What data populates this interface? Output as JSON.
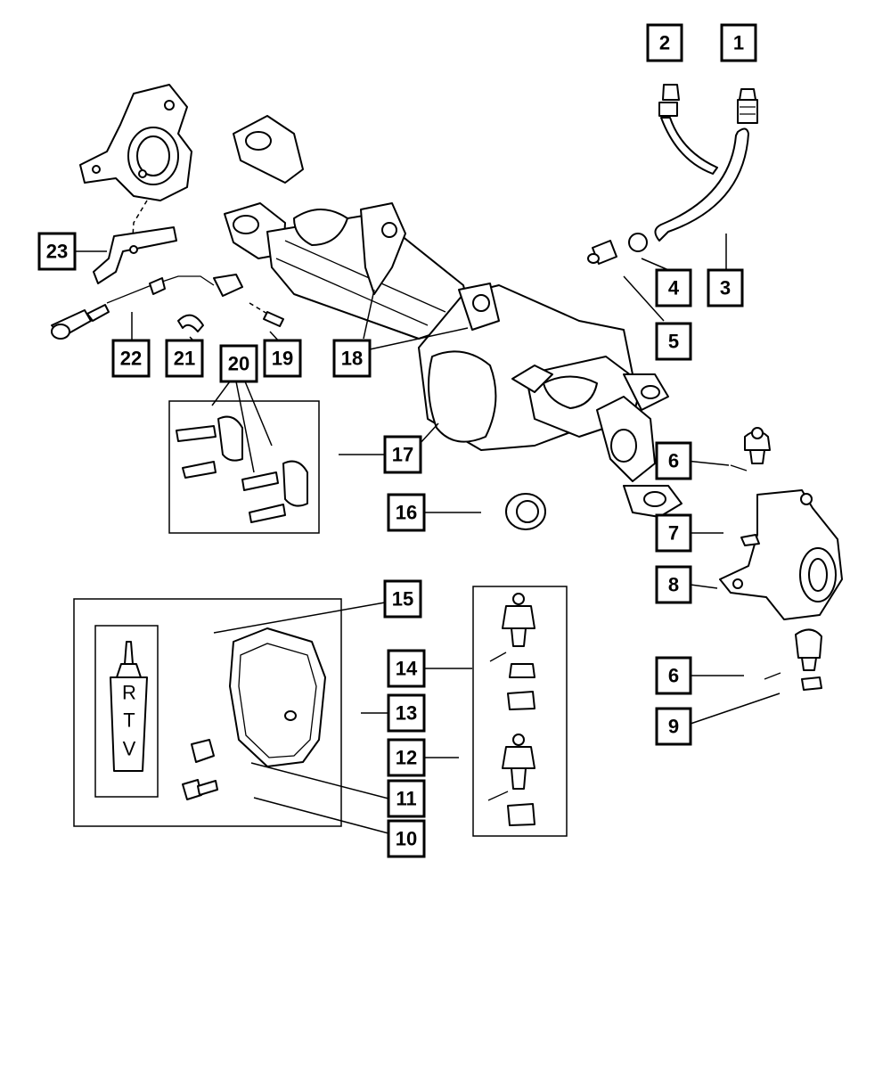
{
  "callouts": {
    "c1": "1",
    "c2": "2",
    "c3": "3",
    "c4": "4",
    "c5": "5",
    "c6a": "6",
    "c6b": "6",
    "c7": "7",
    "c8": "8",
    "c9": "9",
    "c10": "10",
    "c11": "11",
    "c12": "12",
    "c13": "13",
    "c14": "14",
    "c15": "15",
    "c16": "16",
    "c17": "17",
    "c18": "18",
    "c19": "19",
    "c20": "20",
    "c21": "21",
    "c22": "22",
    "c23": "23"
  },
  "sealant_tube": {
    "letters": [
      "R",
      "T",
      "V"
    ]
  }
}
